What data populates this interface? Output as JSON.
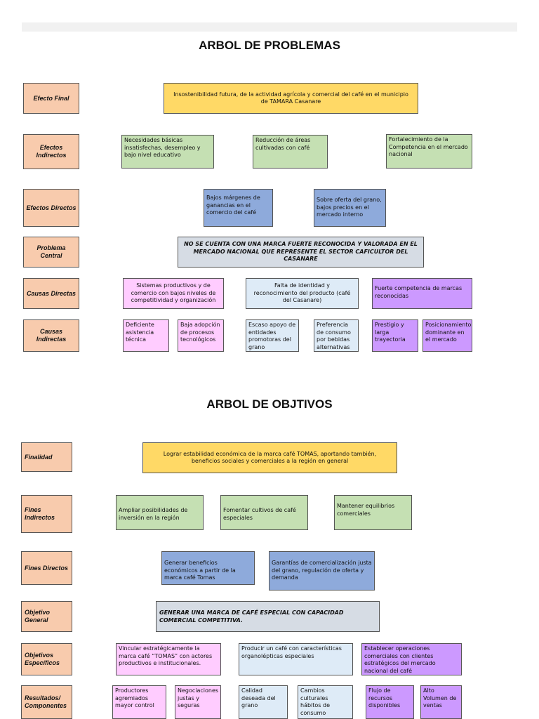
{
  "problems": {
    "title": "ARBOL DE PROBLEMAS",
    "labels": {
      "efecto_final": "Efecto Final",
      "efectos_indirectos": "Efectos Indirectos",
      "efectos_directos": "Efectos Directos",
      "problema_central": "Problema Central",
      "causas_directas": "Causas Directas",
      "causas_indirectas": "Causas Indirectas"
    },
    "efecto_final": "Insostenibilidad futura, de la actividad agrícola y comercial del café en el municipio de TAMARA Casanare",
    "efectos_indirectos": [
      "Necesidades básicas insatisfechas, desempleo y bajo nivel educativo",
      "Reducción de áreas cultivadas con café",
      "Fortalecimiento de la Competencia en el mercado nacional"
    ],
    "efectos_directos": [
      "Bajos márgenes de ganancias en el comercio del café",
      "Sobre oferta del grano, bajos precios en el mercado interno"
    ],
    "problema_central": "NO SE CUENTA CON UNA MARCA FUERTE RECONOCIDA Y VALORADA EN EL MERCADO NACIONAL QUE REPRESENTE EL SECTOR CAFICULTOR DEL CASANARE",
    "causas_directas": [
      "Sistemas productivos y de comercio con bajos niveles de competitividad y organización",
      "Falta de identidad y reconocimiento del producto (café del Casanare)",
      "Fuerte competencia de marcas reconocidas"
    ],
    "causas_indirectas": [
      "Deficiente asistencia técnica",
      "Baja adopción de procesos tecnológicos",
      "Escaso apoyo de entidades promotoras del grano",
      "Preferencia de consumo por bebidas alternativas",
      "Prestigio y larga trayectoria",
      "Posicionamiento dominante en el mercado"
    ]
  },
  "objectives": {
    "title": "ARBOL DE OBJTIVOS",
    "labels": {
      "finalidad": "Finalidad",
      "fines_indirectos": "Fines Indirectos",
      "fines_directos": "Fines Directos",
      "objetivo_general": "Objetivo General",
      "objetivos_especificos": "Objetivos Específicos",
      "resultados": "Resultados/ Componentes"
    },
    "finalidad": "Lograr estabilidad económica de la marca café TOMAS, aportando también, beneficios sociales y comerciales a la región en general",
    "fines_indirectos": [
      "Ampliar posibilidades de inversión en la región",
      "Fomentar cultivos de café especiales",
      "Mantener equilibrios comerciales"
    ],
    "fines_directos": [
      "Generar beneficios económicos a partir de la marca café Tomas",
      "Garantías de comercialización justa del grano, regulación de oferta y demanda"
    ],
    "objetivo_general": "GENERAR UNA MARCA DE CAFÉ ESPECIAL CON CAPACIDAD COMERCIAL COMPETITIVA.",
    "objetivos_especificos": [
      "Vincular estratégicamente la marca café “TOMAS” con actores productivos e institucionales.",
      "Producir un café con características organolépticas especiales",
      "Establecer operaciones comerciales con clientes estratégicos del mercado nacional del café"
    ],
    "resultados": [
      "Productores agremiados mayor control",
      "Negociaciones justas y seguras",
      "Calidad deseada del grano",
      "Cambios culturales hábitos de consumo",
      "Flujo de recursos disponibles",
      "Alto Volumen de ventas"
    ]
  }
}
